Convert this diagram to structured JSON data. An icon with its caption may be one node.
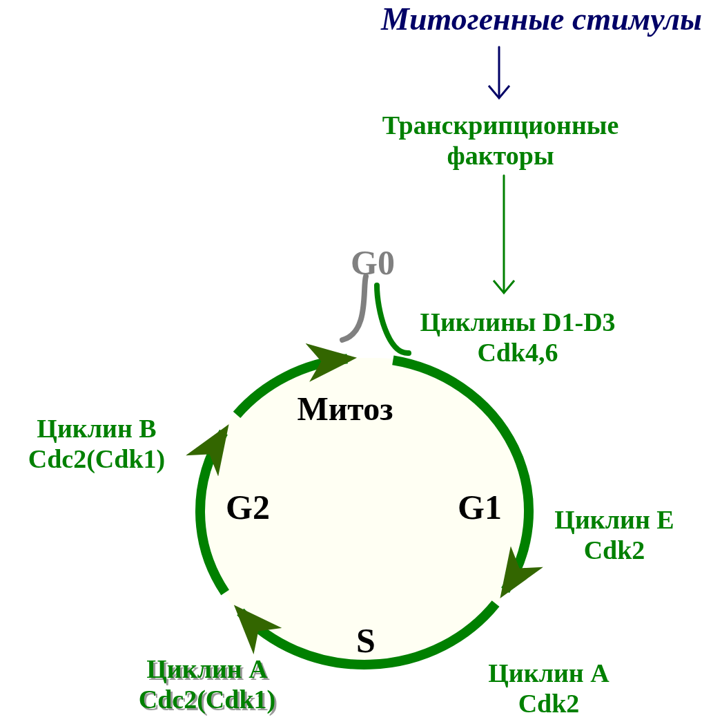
{
  "diagram": {
    "nodes": [
      {
        "text": [
          "Митогенные стимулы"
        ]
      },
      {
        "text": [
          "Транскрипционные факторы"
        ]
      },
      {
        "text": [
          "G0"
        ]
      },
      {
        "text": [
          "Циклины D1-D3 Cdk4,6"
        ]
      },
      {
        "text": [],
        "shape": "circle"
      },
      {
        "text": [
          "Митоз"
        ],
        "in": 4
      },
      {
        "text": [
          "G2"
        ],
        "in": 4
      },
      {
        "text": [
          "G1"
        ],
        "in": 4
      },
      {
        "text": [
          "S"
        ],
        "in": 4
      }
    ],
    "edges": [
      {
        "from": 0,
        "to": 1,
        "arrow": "to",
        "color": "#000066"
      },
      {
        "from": 1,
        "to": 3,
        "arrow": "to"
      },
      {
        "from": 4,
        "to": 2,
        "arrow": "none",
        "style": "thick",
        "color": "#808080"
      },
      {
        "from": 4,
        "to": 2,
        "arrow": "none",
        "style": "thick"
      }
    ],
    "labels": [
      "Циклин B Cdc2(Cdk1)",
      "Циклин E Cdk2",
      "Циклин A Cdc2(Cdk1)",
      "Циклин A Cdk2"
    ]
  }
}
